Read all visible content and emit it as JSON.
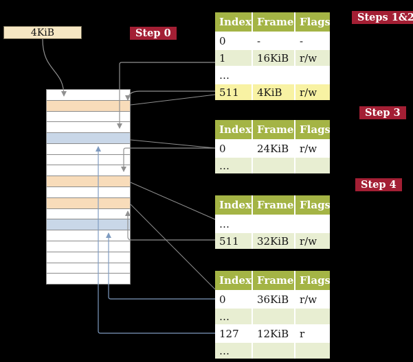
{
  "colors": {
    "background": "#000000",
    "table_header_bg": "#a4b445",
    "row_green": "#e8eed2",
    "row_yellow": "#f8f2a3",
    "step_label_bg": "#a31f34",
    "memory_table_row": "#f8dcba",
    "memory_frame_row": "#c9d7e8",
    "cr3_box_bg": "#f6e7c3",
    "arrow_gray": "#909090",
    "arrow_blue": "#7f9cc0"
  },
  "cr3_box": {
    "label": "4KiB"
  },
  "labels": {
    "steps12": "Steps 1&2",
    "step0": "Step 0",
    "step3": "Step 3",
    "step4": "Step 4"
  },
  "memory": {
    "rows": [
      {
        "variant": "white"
      },
      {
        "variant": "peach"
      },
      {
        "variant": "white"
      },
      {
        "variant": "white"
      },
      {
        "variant": "blue"
      },
      {
        "variant": "white"
      },
      {
        "variant": "white"
      },
      {
        "variant": "white"
      },
      {
        "variant": "peach"
      },
      {
        "variant": "white"
      },
      {
        "variant": "peach"
      },
      {
        "variant": "white"
      },
      {
        "variant": "blue"
      },
      {
        "variant": "white"
      },
      {
        "variant": "white"
      },
      {
        "variant": "white"
      },
      {
        "variant": "white"
      },
      {
        "variant": "white"
      }
    ]
  },
  "tables": [
    {
      "headers": [
        "Index",
        "Frame",
        "Flags"
      ],
      "rows": [
        {
          "variant": "white",
          "cells": [
            "0",
            "-",
            "-"
          ]
        },
        {
          "variant": "green",
          "cells": [
            "1",
            "16KiB",
            "r/w"
          ]
        },
        {
          "variant": "white",
          "cells": [
            "…",
            "",
            ""
          ]
        },
        {
          "variant": "yellow",
          "cells": [
            "511",
            "4KiB",
            "r/w"
          ]
        }
      ]
    },
    {
      "headers": [
        "Index",
        "Frame",
        "Flags"
      ],
      "rows": [
        {
          "variant": "white",
          "cells": [
            "0",
            "24KiB",
            "r/w"
          ]
        },
        {
          "variant": "green",
          "cells": [
            "…",
            "",
            ""
          ]
        }
      ]
    },
    {
      "headers": [
        "Index",
        "Frame",
        "Flags"
      ],
      "rows": [
        {
          "variant": "white",
          "cells": [
            "…",
            "",
            ""
          ]
        },
        {
          "variant": "green",
          "cells": [
            "511",
            "32KiB",
            "r/w"
          ]
        }
      ]
    },
    {
      "headers": [
        "Index",
        "Frame",
        "Flags"
      ],
      "rows": [
        {
          "variant": "white",
          "cells": [
            "0",
            "36KiB",
            "r/w"
          ]
        },
        {
          "variant": "green",
          "cells": [
            "…",
            "",
            ""
          ]
        },
        {
          "variant": "white",
          "cells": [
            "127",
            "12KiB",
            "r"
          ]
        },
        {
          "variant": "green",
          "cells": [
            "…",
            "",
            ""
          ]
        }
      ]
    }
  ]
}
